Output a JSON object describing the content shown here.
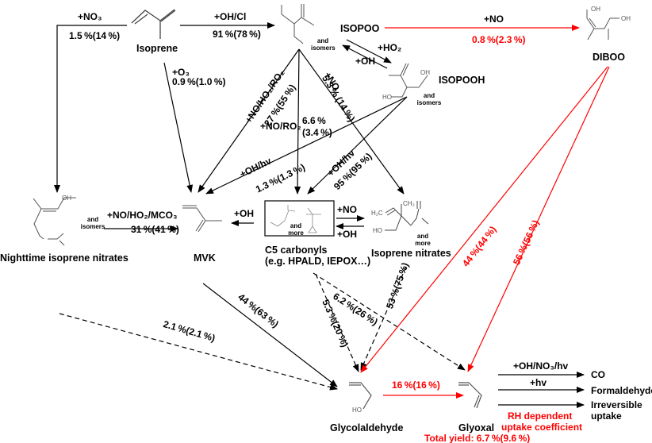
{
  "colors": {
    "highlight": "#ff0000",
    "default": "#000000",
    "structure": "#555555"
  },
  "species": {
    "isoprene": "Isoprene",
    "isopoo": "ISOPOO",
    "isopooh": "ISOPOOH",
    "diboo": "DIBOO",
    "nighttime_nitrates": "Nighttime isoprene nitrates",
    "mvk": "MVK",
    "c5_carbonyls_line1": "C5 carbonyls",
    "c5_carbonyls_line2": "(e.g. HPALD, IEPOX…)",
    "isoprene_nitrates": "Isoprene nitrates",
    "glycolaldehyde": "Glycolaldehyde",
    "glyoxal": "Glyoxal"
  },
  "annotations": {
    "and_isomers_1": "and",
    "and_isomers_1b": "isomers",
    "and_isomers_2": "and",
    "and_isomers_2b": "isomers",
    "and_isomers_3": "and",
    "and_isomers_3b": "isomers",
    "and_more_1": "and",
    "and_more_1b": "more",
    "and_more_2": "and",
    "and_more_2b": "more",
    "oh_label_isopooh": "OH",
    "ho_label_isopooh": "HO",
    "oh_label_diboo_1": "OH",
    "oh_label_diboo_2": "OH",
    "oh_label_nighttime": "OH",
    "h2c_label": "H₂C",
    "ch3_label": "CH₃",
    "ho_label_nitrate": "HO",
    "ho_label_glycol": "HO"
  },
  "reactions": {
    "no3": {
      "reagent": "+NO₃",
      "yield": "1.5 %(14 %)"
    },
    "oh_cl": {
      "reagent": "+OH/Cl",
      "yield": "91 %(78 %)"
    },
    "o3": {
      "reagent": "+O₃",
      "yield": "0.9 %(1.0 %)"
    },
    "no_diboo": {
      "reagent": "+NO",
      "yield": "0.8 %(2.3 %)"
    },
    "ho2": {
      "reagent": "+HO₂"
    },
    "oh_back": {
      "reagent": "+OH"
    },
    "no_ho2_ro2": {
      "reagent": "+NO/HO₂/RO₂",
      "yield": "27 %(55 %)"
    },
    "no_ro2": {
      "reagent": "+NO/RO₂",
      "yield_line1": "6.6 %",
      "yield_line2": "(3.4 %)"
    },
    "no_nitrates": {
      "reagent": "+NO",
      "yield": "5.3 % (14 %)"
    },
    "oh_hv_mvk": {
      "reagent": "+OH/hv",
      "yield": "1.3 %(1.3 %)"
    },
    "oh_hv_c5": {
      "reagent": "+OH/hv",
      "yield": "95 %(95 %)"
    },
    "no_ho2_mco3": {
      "reagent": "+NO/HO₂/MCO₃",
      "yield": "31 %(41 %)"
    },
    "oh_c5_mvk": {
      "reagent": "+OH"
    },
    "no_c5_nitr": {
      "reagent": "+NO"
    },
    "oh_nitr_c5": {
      "reagent": "+OH"
    },
    "diboo_glycol": {
      "yield": "44 %(44 %)"
    },
    "diboo_glyoxal": {
      "yield": "56 %(56 %)"
    },
    "mvk_glycol": {
      "yield": "44 %(63 %)"
    },
    "night_glycol": {
      "yield": "2.1 %(2.1 %)"
    },
    "c5_glyoxal": {
      "yield": "6.2 %(26 %)"
    },
    "c5_glycol": {
      "yield": "5.3 %(20 %)"
    },
    "nitr_glycol": {
      "yield": "53 %(75 %)"
    },
    "glycol_glyoxal": {
      "yield": "16 %(16 %)"
    }
  },
  "glyoxal_fate": {
    "oh_no3_hv": "+OH/NO₃/hv",
    "co": "CO",
    "hv": "+hv",
    "formaldehyde": "Formaldehyde",
    "irreversible_1": "Irreversible",
    "irreversible_2": "uptake",
    "rh_1": "RH dependent",
    "rh_2": "uptake coefficient",
    "total_yield": "Total yield: 6.7 %(9.6 %)"
  }
}
